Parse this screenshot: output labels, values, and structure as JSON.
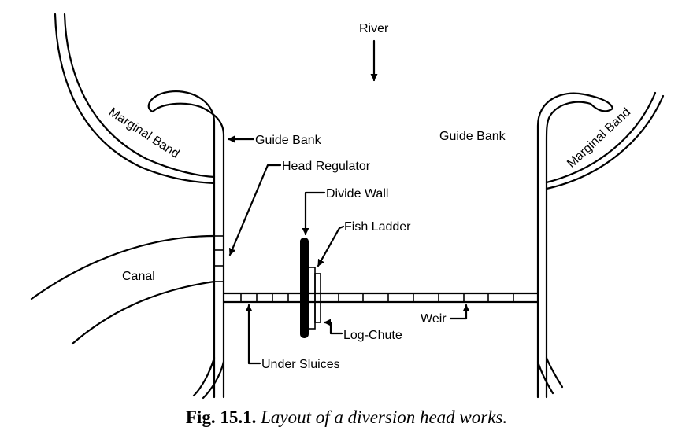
{
  "labels": {
    "river": "River",
    "marginal_band_left": "Marginal Band",
    "marginal_band_right": "Marginal Band",
    "guide_bank_left": "Guide Bank",
    "guide_bank_right": "Guide Bank",
    "head_regulator": "Head Regulator",
    "divide_wall": "Divide Wall",
    "fish_ladder": "Fish Ladder",
    "canal": "Canal",
    "weir": "Weir",
    "log_chute": "Log-Chute",
    "under_sluices": "Under Sluices"
  },
  "caption": {
    "number": "Fig. 15.1.",
    "text": "Layout of a diversion head works."
  }
}
